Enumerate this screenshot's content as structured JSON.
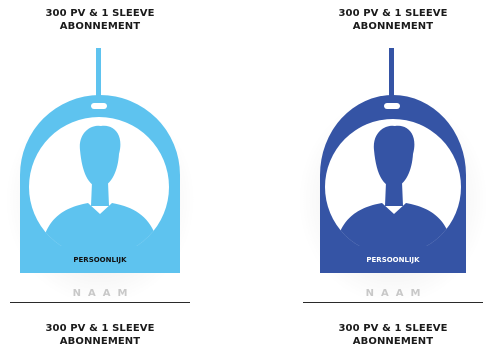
{
  "colors": {
    "left_tag": "#5ec3ef",
    "right_tag": "#3554a5",
    "left_cord": "#5ec3ef",
    "right_cord": "#3554a5"
  },
  "cards": [
    {
      "top_line1": "300 PV & 1 SLEEVE",
      "top_line2": "ABONNEMENT",
      "badge_label": "PERSOONLIJK",
      "name_placeholder": "NAAM",
      "bottom_line1": "300 PV & 1 SLEEVE",
      "bottom_line2": "ABONNEMENT",
      "avatar_icon": "person-silhouette-icon"
    },
    {
      "top_line1": "300 PV & 1 SLEEVE",
      "top_line2": "ABONNEMENT",
      "badge_label": "PERSOONLIJK",
      "name_placeholder": "NAAM",
      "bottom_line1": "300 PV & 1 SLEEVE",
      "bottom_line2": "ABONNEMENT",
      "avatar_icon": "person-silhouette-icon"
    }
  ]
}
